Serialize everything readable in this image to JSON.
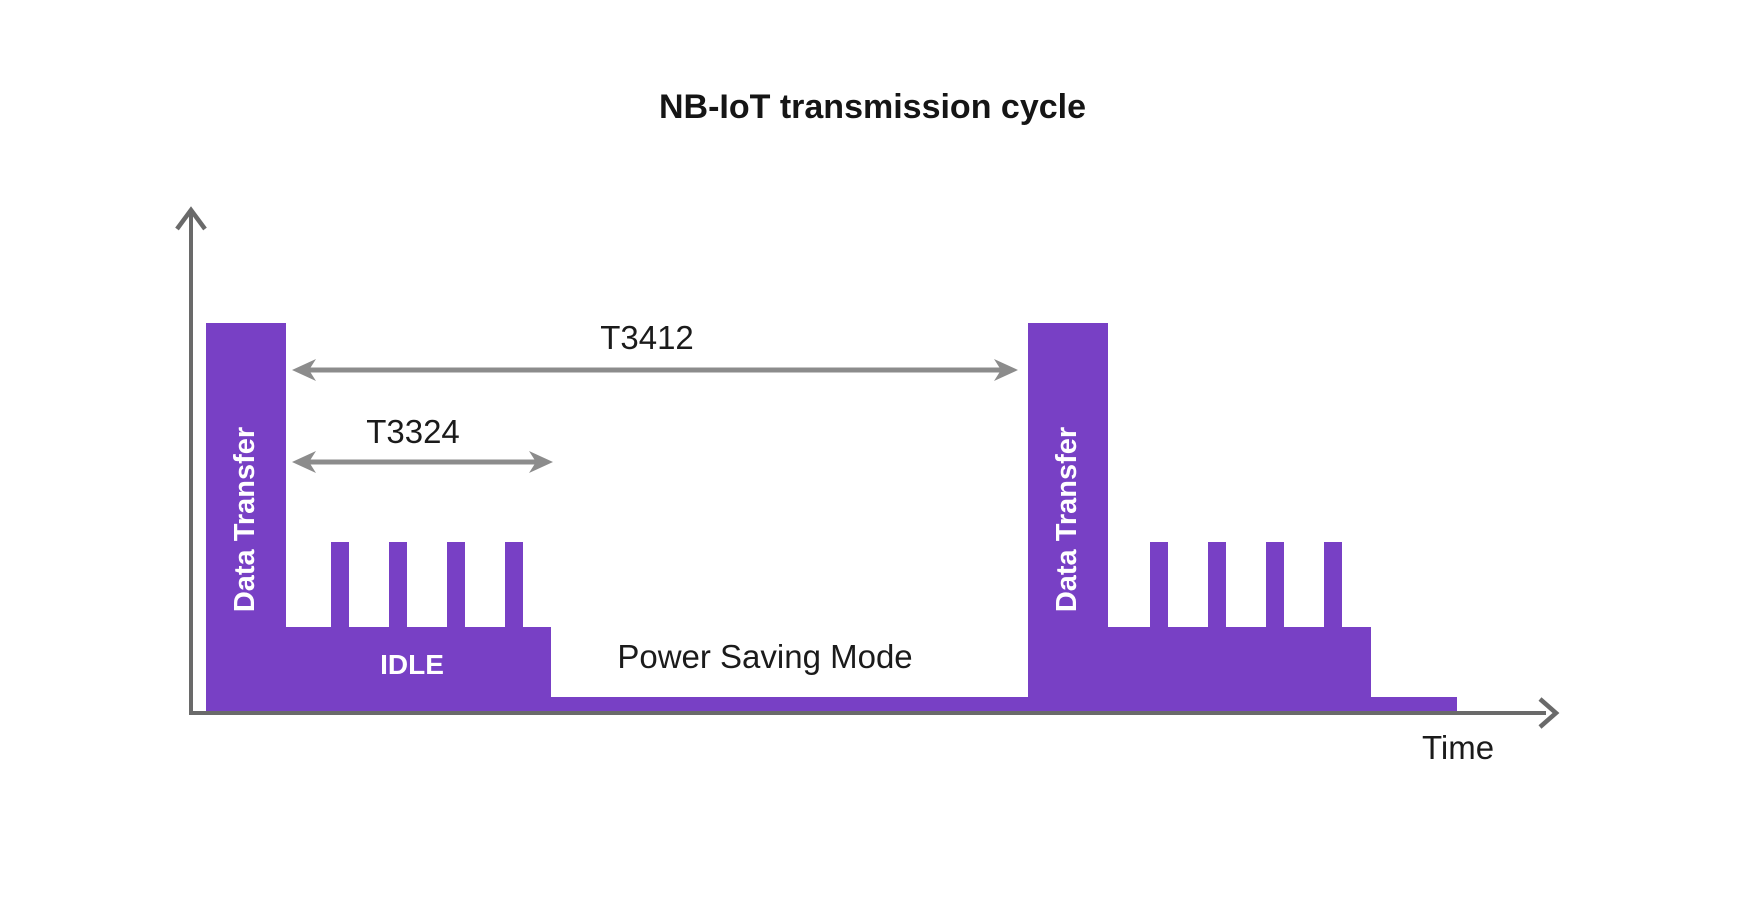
{
  "title": "NB-IoT transmission cycle",
  "axis": {
    "x_label": "Time"
  },
  "timers": {
    "t3412": "T3412",
    "t3324": "T3324"
  },
  "states": {
    "data_transfer": "Data Transfer",
    "idle": "IDLE",
    "power_saving_mode": "Power Saving Mode"
  },
  "colors": {
    "wave_purple": "#7840C5",
    "axis_gray": "#6A6A6A",
    "arrow_gray": "#8C8C8C",
    "text_dark": "#151515",
    "text_on_purple": "#FFFFFF",
    "background": "#FFFFFF"
  }
}
